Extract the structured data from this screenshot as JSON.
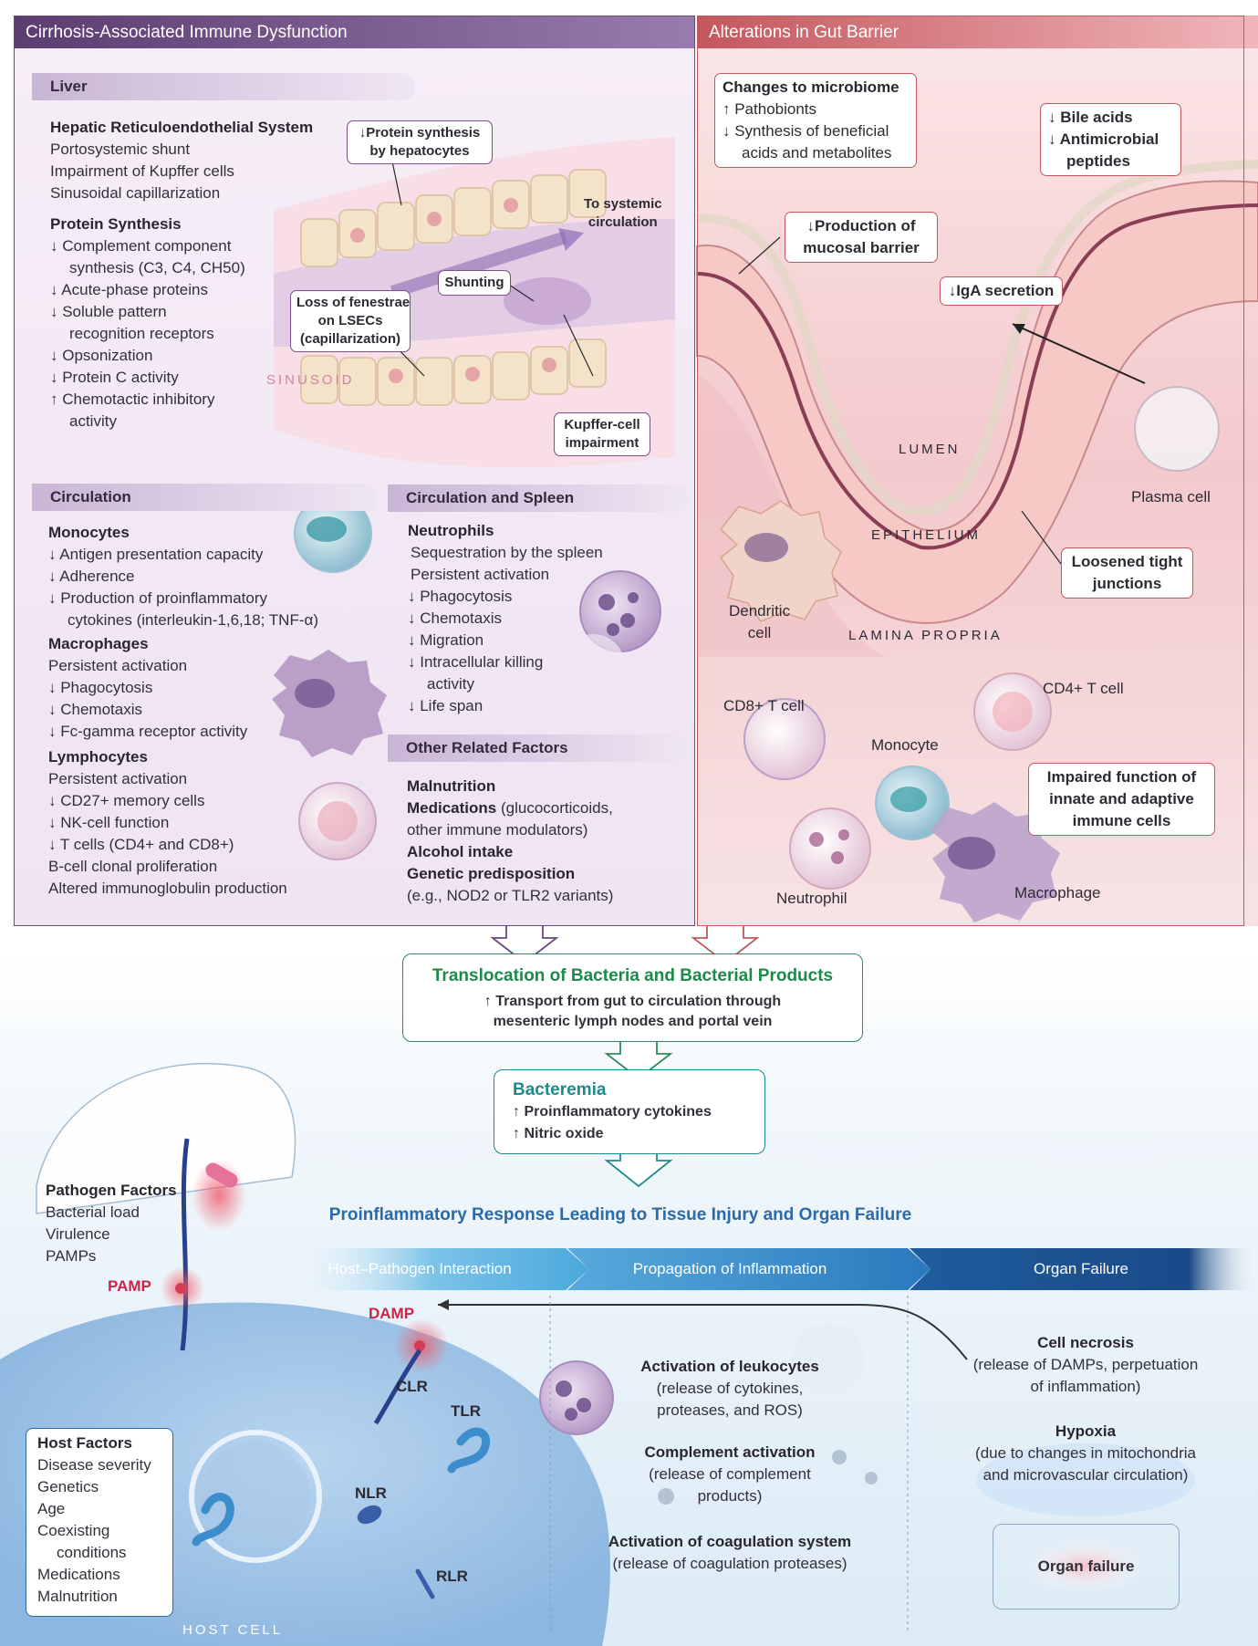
{
  "left_panel": {
    "title": "Cirrhosis-Associated Immune Dysfunction",
    "liver": {
      "header": "Liver",
      "groups": [
        {
          "title": "Hepatic Reticuloendothelial System",
          "items": [
            "Portosystemic shunt",
            "Impairment of Kupffer cells",
            "Sinusoidal capillarization"
          ]
        },
        {
          "title": "Protein Synthesis",
          "items": [
            "↓ Complement component",
            "synthesis (C3, C4, CH50)",
            "↓ Acute-phase proteins",
            "↓ Soluble pattern",
            "recognition receptors",
            "↓ Opsonization",
            "↓ Protein C activity",
            "↑ Chemotactic inhibitory",
            "activity"
          ]
        }
      ],
      "callouts": {
        "protein_synthesis": [
          "↓Protein synthesis",
          "by hepatocytes"
        ],
        "to_systemic": [
          "To systemic",
          "circulation"
        ],
        "shunting": "Shunting",
        "fenestrae": [
          "Loss of fenestrae",
          "on LSECs",
          "(capillarization)"
        ],
        "kupffer": [
          "Kupffer-cell",
          "impairment"
        ],
        "sinusoid": "SINUSOID"
      }
    },
    "circulation": {
      "header": "Circulation",
      "monocytes": {
        "title": "Monocytes",
        "items": [
          "↓ Antigen presentation capacity",
          "↓ Adherence",
          "↓ Production of proinflammatory",
          "cytokines (interleukin-1,6,18; TNF-α)"
        ]
      },
      "macrophages": {
        "title": "Macrophages",
        "items": [
          "Persistent activation",
          "↓ Phagocytosis",
          "↓ Chemotaxis",
          "↓ Fc-gamma receptor activity"
        ]
      },
      "lymphocytes": {
        "title": "Lymphocytes",
        "items": [
          "Persistent activation",
          "↓ CD27+ memory cells",
          "↓ NK-cell function",
          "↓ T cells (CD4+ and CD8+)",
          "B-cell clonal proliferation",
          "Altered immunoglobulin production"
        ]
      }
    },
    "circ_spleen": {
      "header": "Circulation and Spleen",
      "neutrophils": {
        "title": "Neutrophils",
        "items": [
          "Sequestration by the spleen",
          "Persistent activation",
          "↓ Phagocytosis",
          "↓ Chemotaxis",
          "↓ Migration",
          "↓ Intracellular killing",
          "activity",
          "↓ Life span"
        ]
      }
    },
    "other": {
      "header": "Other Related Factors",
      "items": [
        {
          "bold": "Malnutrition",
          "rest": ""
        },
        {
          "bold": "Medications",
          "rest": " (glucocorticoids,"
        },
        {
          "bold": "",
          "rest": "other immune modulators)"
        },
        {
          "bold": "Alcohol intake",
          "rest": ""
        },
        {
          "bold": "Genetic predisposition",
          "rest": ""
        },
        {
          "bold": "",
          "rest": "(e.g., NOD2 or TLR2 variants)"
        }
      ]
    }
  },
  "right_panel": {
    "title": "Alterations in Gut Barrier",
    "microbiome": {
      "title": "Changes to microbiome",
      "items": [
        "↑ Pathobionts",
        "↓ Synthesis of beneficial",
        "acids and metabolites"
      ]
    },
    "bile": [
      "↓ Bile acids",
      "↓ Antimicrobial",
      "peptides"
    ],
    "mucosal": [
      "↓Production of",
      "mucosal barrier"
    ],
    "iga": "↓IgA secretion",
    "lumen": "LUMEN",
    "epithelium": "EPITHELIUM",
    "plasma_cell": "Plasma cell",
    "tight_junctions": [
      "Loosened tight",
      "junctions"
    ],
    "dendritic": [
      "Dendritic",
      "cell"
    ],
    "lamina": "LAMINA PROPRIA",
    "cd8": "CD8+ T cell",
    "cd4": "CD4+ T cell",
    "monocyte": "Monocyte",
    "impaired": [
      "Impaired function of",
      "innate and adaptive",
      "immune cells"
    ],
    "neutrophil": "Neutrophil",
    "macrophage": "Macrophage"
  },
  "translocation": {
    "title": "Translocation of Bacteria and Bacterial Products",
    "lines": [
      "↑ Transport from gut to circulation through",
      "mesenteric lymph nodes and portal vein"
    ]
  },
  "bacteremia": {
    "title": "Bacteremia",
    "lines": [
      "↑ Proinflammatory cytokines",
      "↑ Nitric oxide"
    ]
  },
  "bottom": {
    "title": "Proinflammatory Response Leading to Tissue Injury and Organ Failure",
    "bands": [
      "Host–Pathogen Interaction",
      "Propagation of Inflammation",
      "Organ Failure"
    ],
    "pathogen": {
      "title": "Pathogen Factors",
      "items": [
        "Bacterial load",
        "Virulence",
        "PAMPs"
      ]
    },
    "pamp": "PAMP",
    "damp": "DAMP",
    "clr": "CLR",
    "tlr": "TLR",
    "nlr": "NLR",
    "rlr": "RLR",
    "host_cell": "HOST CELL",
    "host": {
      "title": "Host Factors",
      "items": [
        "Disease severity",
        "Genetics",
        "Age",
        "Coexisting",
        "conditions",
        "Medications",
        "Malnutrition"
      ]
    },
    "leukocytes": {
      "title": "Activation of leukocytes",
      "lines": [
        "(release of cytokines,",
        "proteases, and ROS)"
      ]
    },
    "complement": {
      "title": "Complement activation",
      "lines": [
        "(release of complement",
        "products)"
      ]
    },
    "coagulation": {
      "title": "Activation of coagulation system",
      "lines": [
        "(release of coagulation proteases)"
      ]
    },
    "necrosis": {
      "title": "Cell necrosis",
      "lines": [
        "(release of DAMPs, perpetuation",
        "of inflammation)"
      ]
    },
    "hypoxia": {
      "title": "Hypoxia",
      "lines": [
        "(due to changes in mitochondria",
        "and microvascular circulation)"
      ]
    },
    "organ_failure": "Organ failure"
  }
}
